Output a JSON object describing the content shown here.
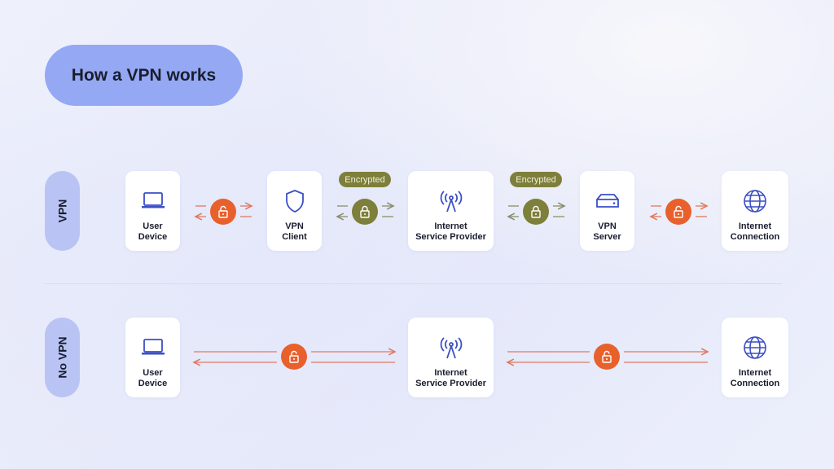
{
  "title": "How a VPN works",
  "rows": {
    "vpn": "VPN",
    "no_vpn": "No VPN"
  },
  "nodes": {
    "user_device": [
      "User",
      "Device"
    ],
    "vpn_client": [
      "VPN",
      "Client"
    ],
    "isp": [
      "Internet",
      "Service Provider"
    ],
    "vpn_server": [
      "VPN",
      "Server"
    ],
    "internet": [
      "Internet",
      "Connection"
    ]
  },
  "badge": "Encrypted",
  "colors": {
    "unencrypted": "#e8602c",
    "encrypted": "#7d7f3a",
    "icon": "#3b4fc4",
    "title_bg": "#94a8f3"
  }
}
